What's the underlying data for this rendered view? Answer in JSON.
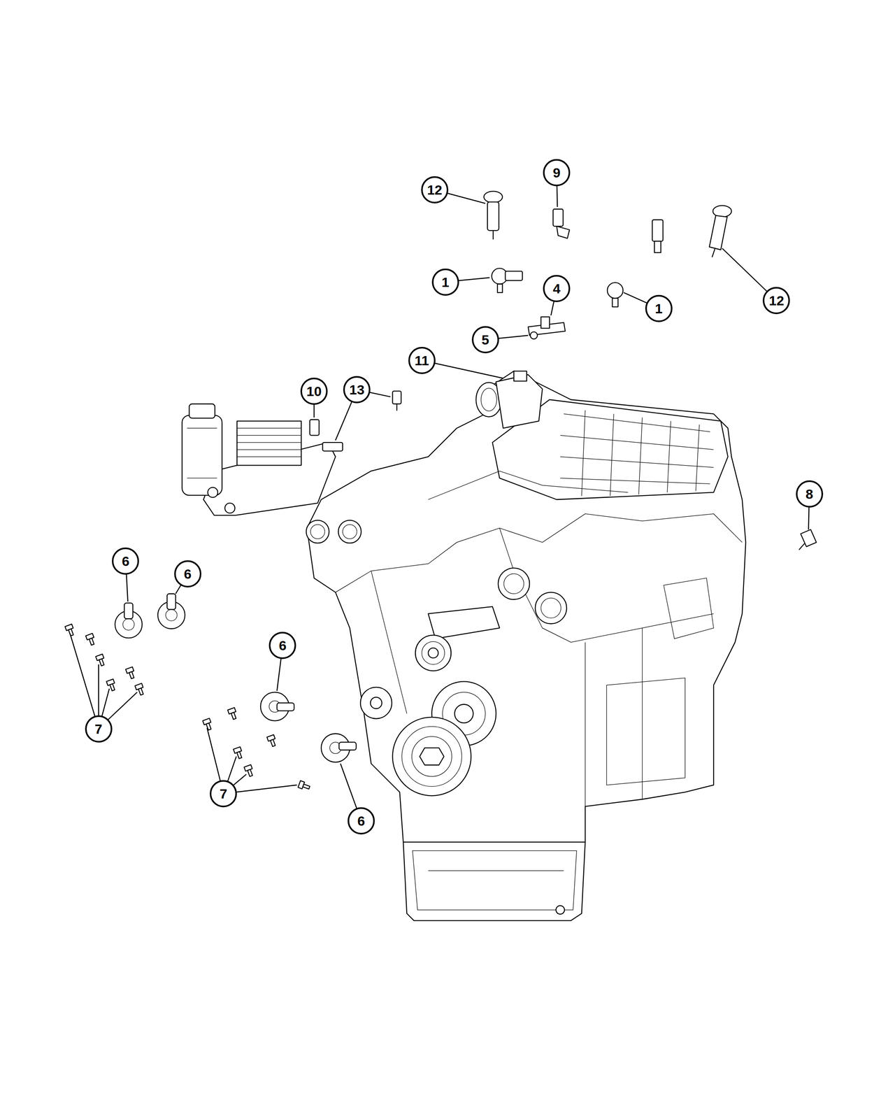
{
  "diagram": {
    "nodes": [
      {
        "text": [
          "9"
        ]
      },
      {
        "text": [
          "12"
        ]
      },
      {
        "text": [
          "1"
        ]
      },
      {
        "text": [
          "4"
        ]
      },
      {
        "text": [
          "12"
        ]
      },
      {
        "text": [
          "1"
        ]
      },
      {
        "text": [
          "5"
        ]
      },
      {
        "text": [
          "11"
        ]
      },
      {
        "text": [
          "10"
        ]
      },
      {
        "text": [
          "13"
        ]
      },
      {
        "text": [
          "8"
        ]
      },
      {
        "text": [
          "6"
        ]
      },
      {
        "text": [
          "6"
        ]
      },
      {
        "text": [
          "6"
        ]
      },
      {
        "text": [
          "7"
        ]
      },
      {
        "text": [
          "7"
        ]
      },
      {
        "text": [
          "6"
        ]
      }
    ]
  }
}
